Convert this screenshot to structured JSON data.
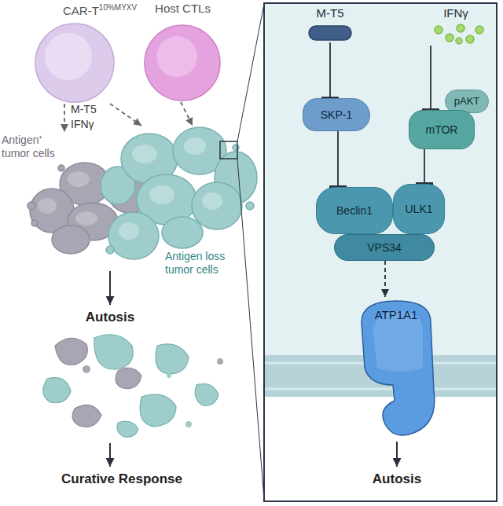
{
  "diagram": {
    "nodes": [
      {
        "text": [
          "CAR-T",
          "10%MYXV"
        ]
      },
      {
        "text": [
          "Host CTLs"
        ]
      },
      {
        "text": [
          "Antigen⁺ tumor cells"
        ]
      },
      {
        "text": [
          "Antigen loss tumor cells"
        ]
      },
      {
        "text": [
          "M-T5"
        ]
      },
      {
        "text": [
          "IFNγ"
        ]
      },
      {
        "text": [
          "SKP-1"
        ]
      },
      {
        "text": [
          "pAKT"
        ]
      },
      {
        "text": [
          "mTOR"
        ]
      },
      {
        "text": [
          "Beclin1"
        ]
      },
      {
        "text": [
          "ULK1"
        ]
      },
      {
        "text": [
          "VPS34"
        ]
      },
      {
        "text": [
          "ATP1A1"
        ]
      }
    ],
    "edges": [
      {
        "from": 0,
        "to": 2,
        "arrow": "to"
      },
      {
        "from": 0,
        "to": 3,
        "arrow": "to"
      },
      {
        "from": 1,
        "to": 3,
        "arrow": "to"
      },
      {
        "from": 4,
        "to": 6,
        "arrow": "to"
      },
      {
        "from": 5,
        "to": 8,
        "arrow": "to"
      },
      {
        "from": 6,
        "to": 9,
        "arrow": "to"
      },
      {
        "from": 8,
        "to": 10,
        "arrow": "to"
      },
      {
        "from": 11,
        "to": 12,
        "arrow": "to"
      }
    ],
    "labels": [
      "M-T5",
      "IFNγ",
      "Autosis",
      "Curative Response",
      "Autosis"
    ]
  }
}
